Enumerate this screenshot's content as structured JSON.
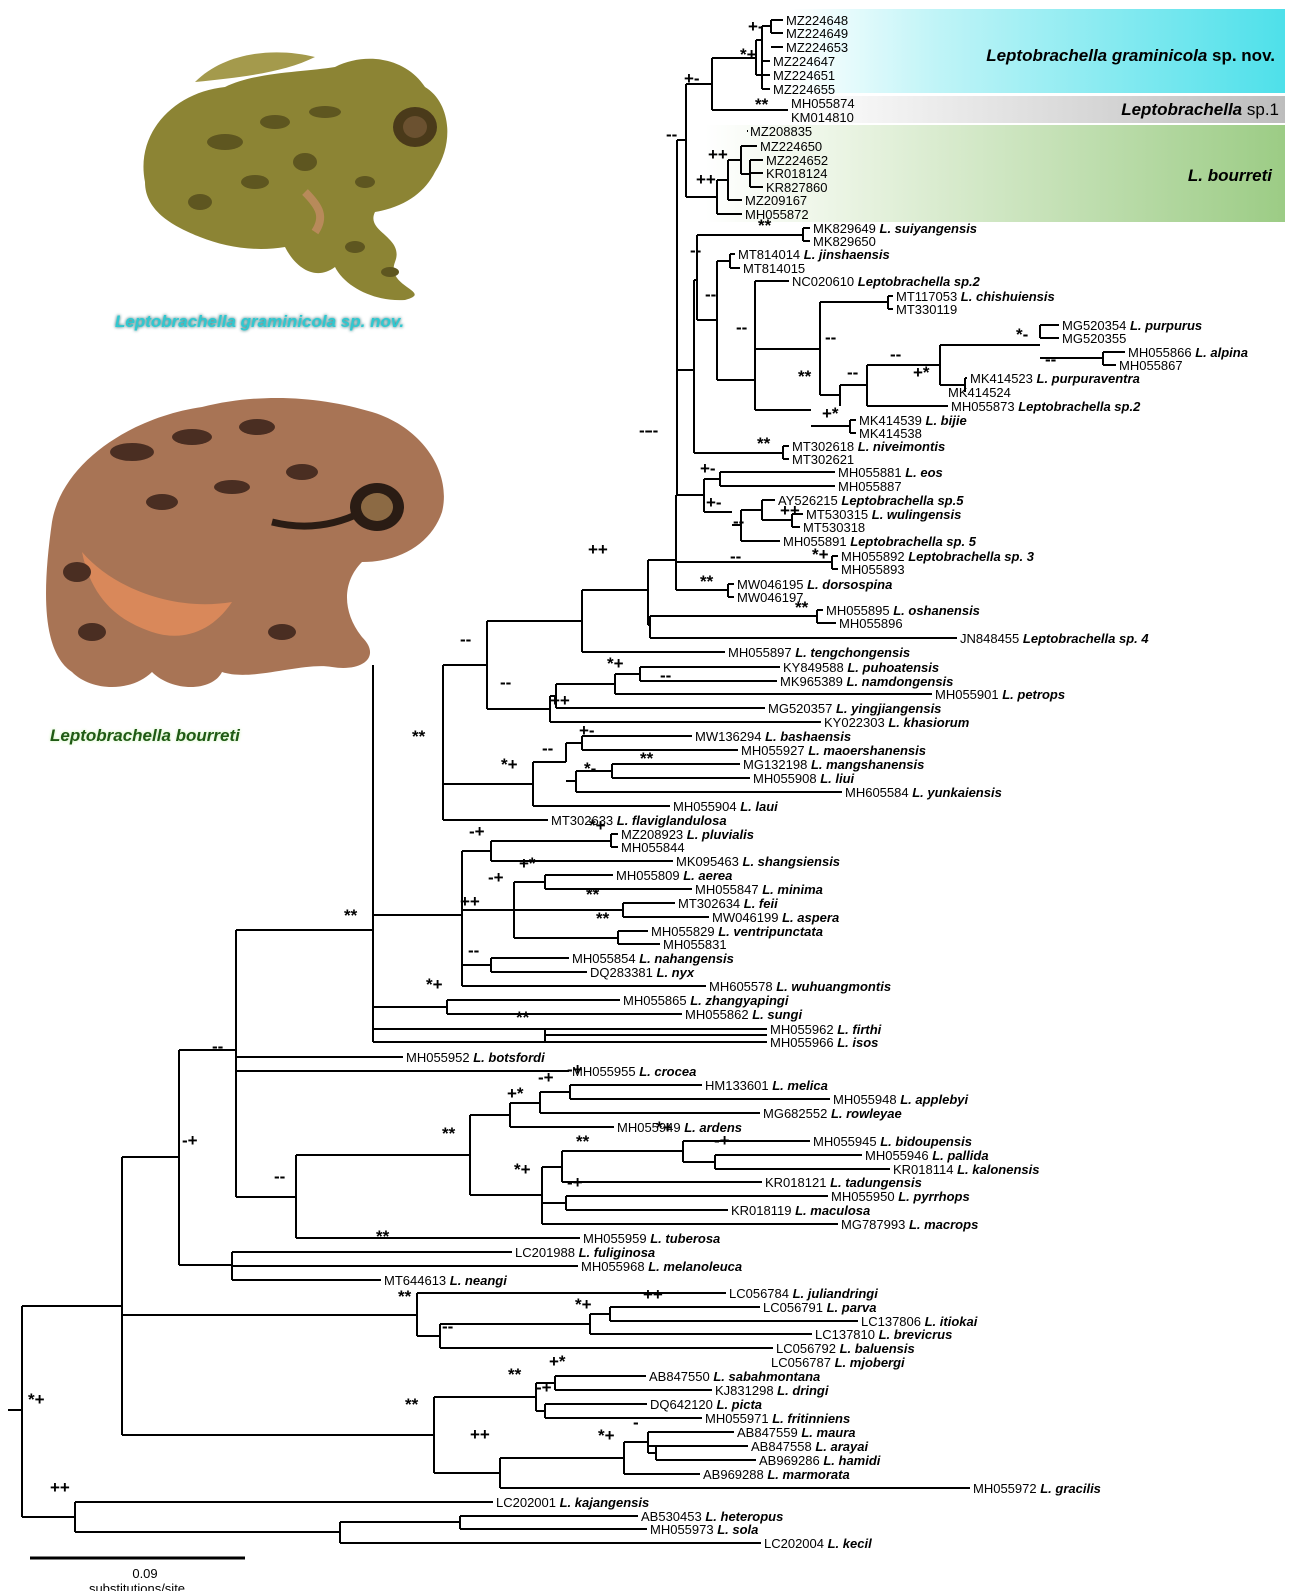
{
  "captions": {
    "frog1": "Leptobrachella graminicola sp. nov.",
    "frog2": "Leptobrachella bourreti"
  },
  "clade_labels": {
    "graminicola": {
      "genus": "Leptobrachella",
      "species": "graminicola",
      "suffix": "sp. nov."
    },
    "sp1": {
      "genus": "Leptobrachella",
      "suffix": "sp.1"
    },
    "bourreti": {
      "genus": "L.",
      "species": "bourreti"
    }
  },
  "scale_bar": {
    "value": "0.09",
    "unit": "substitutions/site"
  },
  "colors": {
    "graminicola": "#4ee0ea",
    "sp1": "#bdbdbd",
    "bourreti": "#9ccc85",
    "caption1": "#3fd7df",
    "caption2": "#1f5a14"
  },
  "tips": [
    {
      "acc": "MZ224648",
      "name": ""
    },
    {
      "acc": "MZ224649",
      "name": ""
    },
    {
      "acc": "MZ224653",
      "name": ""
    },
    {
      "acc": "MZ224647",
      "name": ""
    },
    {
      "acc": "MZ224651",
      "name": ""
    },
    {
      "acc": "MZ224655",
      "name": ""
    },
    {
      "acc": "MH055874",
      "name": ""
    },
    {
      "acc": "KM014810",
      "name": ""
    },
    {
      "acc": "MZ208835",
      "name": ""
    },
    {
      "acc": "MZ224650",
      "name": ""
    },
    {
      "acc": "MZ224652",
      "name": ""
    },
    {
      "acc": "KR018124",
      "name": ""
    },
    {
      "acc": "KR827860",
      "name": ""
    },
    {
      "acc": "MZ209167",
      "name": ""
    },
    {
      "acc": "MH055872",
      "name": ""
    },
    {
      "acc": "MK829649",
      "name": "L. suiyangensis"
    },
    {
      "acc": "MK829650",
      "name": ""
    },
    {
      "acc": "MT814014",
      "name": "L. jinshaensis"
    },
    {
      "acc": "MT814015",
      "name": ""
    },
    {
      "acc": "NC020610",
      "name": "Leptobrachella sp.2"
    },
    {
      "acc": "MT117053",
      "name": "L. chishuiensis"
    },
    {
      "acc": "MT330119",
      "name": ""
    },
    {
      "acc": "MG520354",
      "name": "L. purpurus"
    },
    {
      "acc": "MG520355",
      "name": ""
    },
    {
      "acc": "MH055866",
      "name": "L. alpina"
    },
    {
      "acc": "MH055867",
      "name": ""
    },
    {
      "acc": "MK414523",
      "name": "L. purpuraventra"
    },
    {
      "acc": "MK414524",
      "name": ""
    },
    {
      "acc": "MH055873",
      "name": "Leptobrachella sp.2"
    },
    {
      "acc": "MK414539",
      "name": "L. bijie"
    },
    {
      "acc": "MK414538",
      "name": ""
    },
    {
      "acc": "MT302618",
      "name": "L. niveimontis"
    },
    {
      "acc": "MT302621",
      "name": ""
    },
    {
      "acc": "MH055881",
      "name": "L. eos"
    },
    {
      "acc": "MH055887",
      "name": ""
    },
    {
      "acc": "AY526215",
      "name": "Leptobrachella sp.5"
    },
    {
      "acc": "MT530315",
      "name": "L. wulingensis"
    },
    {
      "acc": "MT530318",
      "name": ""
    },
    {
      "acc": "MH055891",
      "name": "Leptobrachella sp. 5"
    },
    {
      "acc": "MH055892",
      "name": "Leptobrachella sp. 3"
    },
    {
      "acc": "MH055893",
      "name": ""
    },
    {
      "acc": "MW046195",
      "name": "L. dorsospina"
    },
    {
      "acc": "MW046197",
      "name": ""
    },
    {
      "acc": "MH055895",
      "name": "L. oshanensis"
    },
    {
      "acc": "MH055896",
      "name": ""
    },
    {
      "acc": "JN848455",
      "name": "Leptobrachella sp. 4"
    },
    {
      "acc": "MH055897",
      "name": "L. tengchongensis"
    },
    {
      "acc": "KY849588",
      "name": "L. puhoatensis"
    },
    {
      "acc": "MK965389",
      "name": "L. namdongensis"
    },
    {
      "acc": "MH055901",
      "name": "L. petrops"
    },
    {
      "acc": "MG520357",
      "name": "L. yingjiangensis"
    },
    {
      "acc": "KY022303",
      "name": "L. khasiorum"
    },
    {
      "acc": "MW136294",
      "name": "L. bashaensis"
    },
    {
      "acc": "MH055927",
      "name": "L. maoershanensis"
    },
    {
      "acc": "MG132198",
      "name": "L. mangshanensis"
    },
    {
      "acc": "MH055908",
      "name": "L. liui"
    },
    {
      "acc": "MH605584",
      "name": "L. yunkaiensis"
    },
    {
      "acc": "MH055904",
      "name": "L. laui"
    },
    {
      "acc": "MT302633",
      "name": "L. flaviglandulosa"
    },
    {
      "acc": "MZ208923",
      "name": "L. pluvialis"
    },
    {
      "acc": "MH055844",
      "name": ""
    },
    {
      "acc": "MK095463",
      "name": "L. shangsiensis"
    },
    {
      "acc": "MH055809",
      "name": "L. aerea"
    },
    {
      "acc": "MH055847",
      "name": "L. minima"
    },
    {
      "acc": "MT302634",
      "name": "L. feii"
    },
    {
      "acc": "MW046199",
      "name": "L. aspera"
    },
    {
      "acc": "MH055829",
      "name": "L. ventripunctata"
    },
    {
      "acc": "MH055831",
      "name": ""
    },
    {
      "acc": "MH055854",
      "name": "L. nahangensis"
    },
    {
      "acc": "DQ283381",
      "name": "L. nyx"
    },
    {
      "acc": "MH605578",
      "name": "L. wuhuangmontis"
    },
    {
      "acc": "MH055865",
      "name": "L. zhangyapingi"
    },
    {
      "acc": "MH055862",
      "name": "L. sungi"
    },
    {
      "acc": "MH055962",
      "name": "L. firthi"
    },
    {
      "acc": "MH055966",
      "name": "L. isos"
    },
    {
      "acc": "MH055952",
      "name": "L. botsfordi"
    },
    {
      "acc": "MH055955",
      "name": "L. crocea"
    },
    {
      "acc": "HM133601",
      "name": "L. melica"
    },
    {
      "acc": "MH055948",
      "name": "L. applebyi"
    },
    {
      "acc": "MG682552",
      "name": "L. rowleyae"
    },
    {
      "acc": "MH055949",
      "name": "L. ardens"
    },
    {
      "acc": "MH055945",
      "name": "L. bidoupensis"
    },
    {
      "acc": "MH055946",
      "name": "L. pallida"
    },
    {
      "acc": "KR018114",
      "name": "L. kalonensis"
    },
    {
      "acc": "KR018121",
      "name": "L. tadungensis"
    },
    {
      "acc": "MH055950",
      "name": "L. pyrrhops"
    },
    {
      "acc": "KR018119",
      "name": "L. maculosa"
    },
    {
      "acc": "MG787993",
      "name": "L. macrops"
    },
    {
      "acc": "MH055959",
      "name": "L. tuberosa"
    },
    {
      "acc": "LC201988",
      "name": "L. fuliginosa"
    },
    {
      "acc": "MH055968",
      "name": "L. melanoleuca"
    },
    {
      "acc": "MT644613",
      "name": "L. neangi"
    },
    {
      "acc": "LC056784",
      "name": "L. juliandringi"
    },
    {
      "acc": "LC056791",
      "name": "L. parva"
    },
    {
      "acc": "LC137806",
      "name": "L. itiokai"
    },
    {
      "acc": "LC137810",
      "name": "L. brevicrus"
    },
    {
      "acc": "LC056792",
      "name": "L. baluensis"
    },
    {
      "acc": "LC056787",
      "name": "L. mjobergi"
    },
    {
      "acc": "AB847550",
      "name": "L. sabahmontana"
    },
    {
      "acc": "KJ831298",
      "name": "L. dringi"
    },
    {
      "acc": "DQ642120",
      "name": "L. picta"
    },
    {
      "acc": "MH055971",
      "name": "L. fritinniens"
    },
    {
      "acc": "AB847559",
      "name": "L. maura"
    },
    {
      "acc": "AB847558",
      "name": "L. arayai"
    },
    {
      "acc": "AB969286",
      "name": "L. hamidi"
    },
    {
      "acc": "AB969288",
      "name": "L. marmorata"
    },
    {
      "acc": "MH055972",
      "name": "L. gracilis"
    },
    {
      "acc": "LC202001",
      "name": "L. kajangensis"
    },
    {
      "acc": "AB530453",
      "name": "L. heteropus"
    },
    {
      "acc": "MH055973",
      "name": "L. sola"
    },
    {
      "acc": "LC202004",
      "name": "L. kecil"
    }
  ],
  "supports": [
    "+-",
    "*+",
    "+-",
    "**",
    "--",
    "++",
    "++",
    "**",
    "--",
    "--",
    "--",
    "--",
    "**",
    "--",
    "--",
    "*-",
    "--",
    "+*",
    "+*",
    "**",
    "--",
    "+-",
    "+-",
    "--",
    "++",
    "*+",
    "**",
    "--",
    "**",
    "++",
    "--",
    "*+",
    "--",
    "++",
    "--",
    "*+",
    "+-",
    "--",
    "*-",
    "**",
    "--",
    "**",
    "*+",
    "-+",
    "**",
    "++",
    "-+",
    "+*",
    "**",
    "**",
    "--",
    "*+",
    "**",
    "--",
    "-+",
    "--",
    "**",
    "+*",
    "-+",
    "-+",
    "*+",
    "-+",
    "**",
    "*+",
    "-+",
    "**",
    "**",
    "*+",
    "--",
    "++",
    "**",
    "+*",
    "-+",
    "++",
    "*+",
    "-",
    "**",
    "++",
    "*+"
  ]
}
